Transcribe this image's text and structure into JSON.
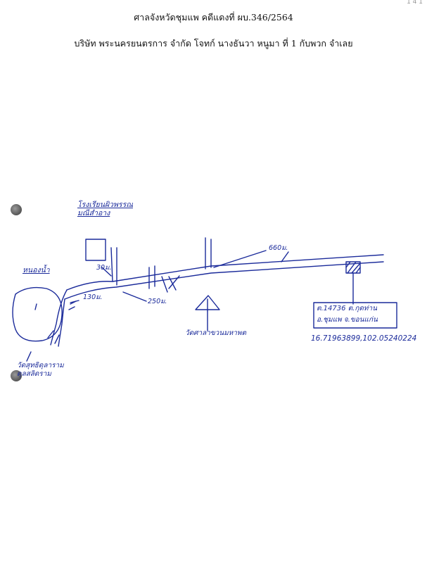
{
  "header": {
    "court_case": "ศาลจังหวัดชุมแพ คดีแดงที่ ผบ.346/2564",
    "parties": "บริษัท พระนครยนตรการ จำกัด โจทก์ นางธันวา หนูมา ที่ 1 กับพวก จำเลย"
  },
  "page_mark": "1 4 1",
  "map": {
    "ink_color": "#1a2a9a",
    "labels": {
      "school": "โรงเรียนผิวพรรณมณีสำอาง",
      "pond": "หนองน้ำ",
      "temple_top": "วัดศาลาขวนมหาพต",
      "temple_bottom": "วัดสุทธิดุลาราม ดุลสลิดราม",
      "parcel_line1": "ต.14736 ต.กุดท่าน",
      "parcel_line2": "อ.ชุมแพ จ.ขอนแก่น",
      "coords": "16.71963899,102.05240224"
    },
    "distances": {
      "d1": "30ม.",
      "d2": "130ม.",
      "d3": "250ม.",
      "d4": "660ม."
    }
  }
}
